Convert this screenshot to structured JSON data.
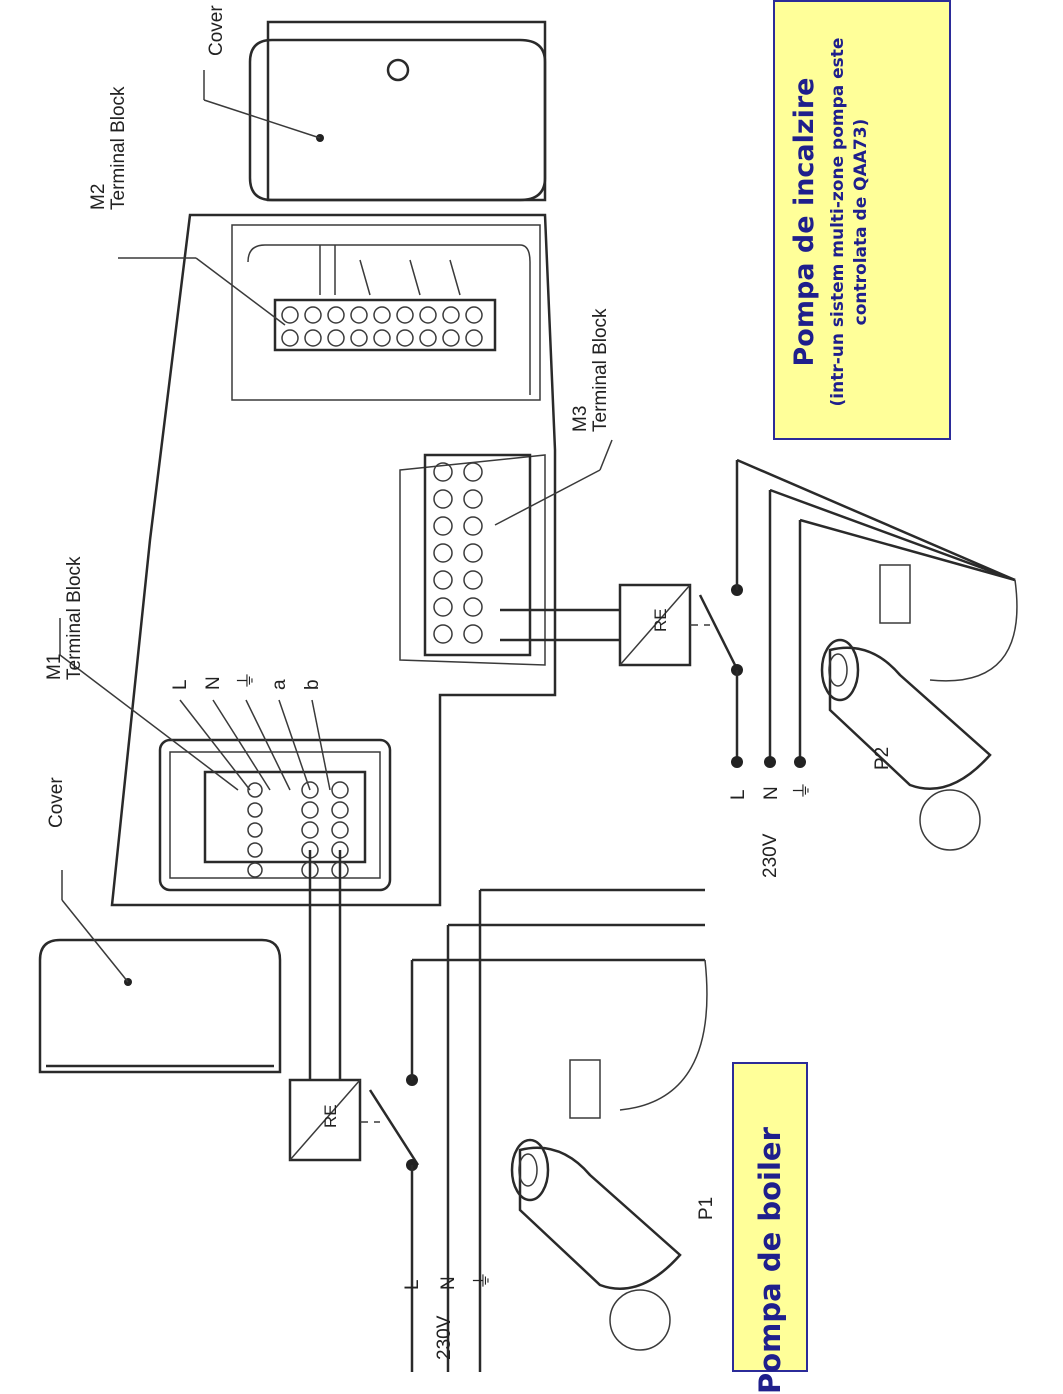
{
  "diagram": {
    "labels": {
      "cover_left": "Cover",
      "cover_right": "Cover",
      "m1": "M1",
      "m1_caption": "Terminal Block",
      "m2": "M2",
      "m2_caption": "Terminal Block",
      "m3": "M3",
      "m3_caption": "Terminal Block",
      "relay_left": "RE",
      "relay_right": "RE",
      "m1_terminals": [
        "L",
        "N",
        "⏚",
        "a",
        "b"
      ],
      "supply_voltage_left": "230V",
      "supply_voltage_right": "230V",
      "supply_l": "L",
      "supply_n": "N",
      "supply_pe": "⏚",
      "pump_left": "P1",
      "pump_right": "P2",
      "pump_terminals": [
        "L",
        "N",
        "⏚"
      ]
    },
    "banners": {
      "heating_title": "Pompa de incalzire",
      "heating_subtitle": "(intr-un sistem multi-zone pompa este controlata de QAA73)",
      "boiler_title": "Pompa de boiler"
    },
    "colors": {
      "banner_fill": "#ffff99",
      "banner_border": "#2b2b99",
      "banner_text": "#1f1f8c",
      "line_ink": "#2a2a2a"
    }
  }
}
